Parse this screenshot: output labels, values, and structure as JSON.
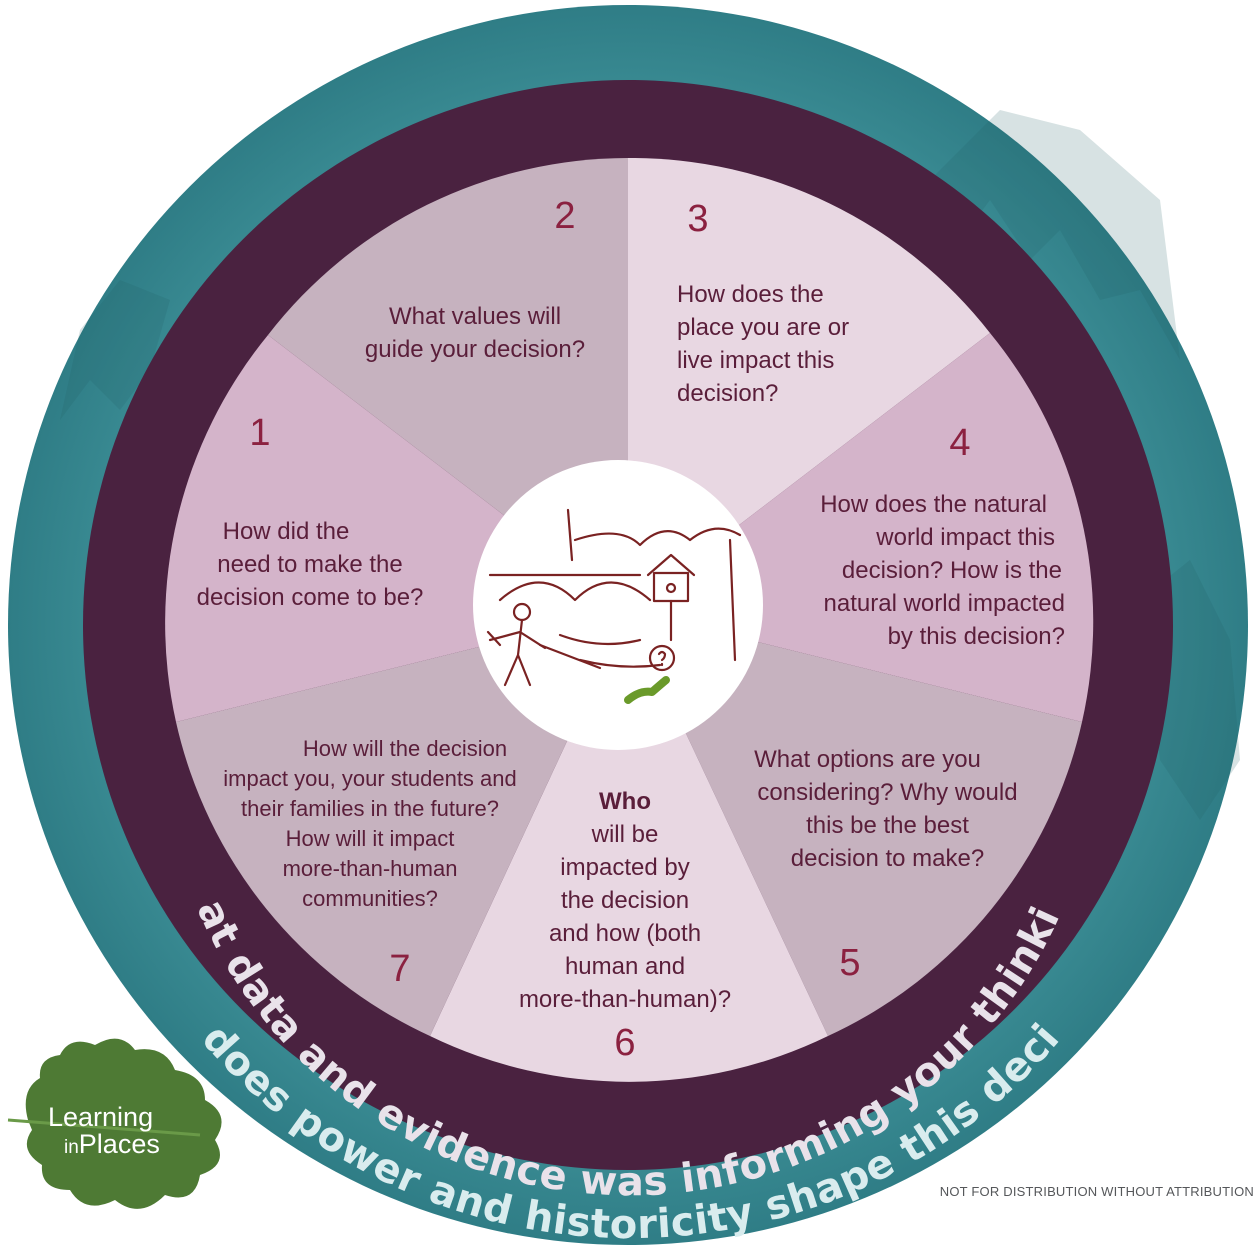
{
  "colors": {
    "outer_ring": "#3a8b93",
    "dark_ring": "#4a2240",
    "segment_light": "#e8d7e2",
    "segment_medium": "#d4b4ca",
    "segment_gray": "#c6b2bf",
    "question_text": "#5a1e3a",
    "number_text": "#8b2140",
    "ring_text_light": "#e9e2ea",
    "ring_text_pale": "#d9ecee",
    "logo_leaf": "#4e7a34"
  },
  "segments": [
    {
      "number": "1",
      "lines": [
        "How did the",
        "need to make the",
        "decision come to be?"
      ]
    },
    {
      "number": "2",
      "lines": [
        "What values will",
        "guide your decision?"
      ]
    },
    {
      "number": "3",
      "lines": [
        "How does the",
        "place you are or",
        "live impact this",
        "decision?"
      ]
    },
    {
      "number": "4",
      "lines": [
        "How does the natural",
        "world impact this",
        "decision? How is the",
        "natural world impacted",
        "by this decision?"
      ]
    },
    {
      "number": "5",
      "lines": [
        "What options are you",
        "considering? Why would",
        "this be the best",
        "decision to make?"
      ]
    },
    {
      "number": "6",
      "lines": [
        "Who",
        "will be",
        "impacted by",
        "the decision",
        "and how (both",
        "human and",
        "more-than-human)?"
      ]
    },
    {
      "number": "7",
      "lines": [
        "How will the decision",
        "impact you, your students and",
        "their families in the future?",
        "How will it impact",
        "more-than-human",
        "communities?"
      ]
    }
  ],
  "ring_questions": {
    "inner": "What data and evidence was informing your thinking?",
    "outer": "How does power and historicity shape this decision?"
  },
  "center_icon": "sketch-person-bridge-birdhouse-caterpillar-icon",
  "logo": {
    "line1": "Learning",
    "line2_small": "in",
    "line2": "Places"
  },
  "footer_note": "NOT FOR DISTRIBUTION WITHOUT ATTRIBUTION"
}
